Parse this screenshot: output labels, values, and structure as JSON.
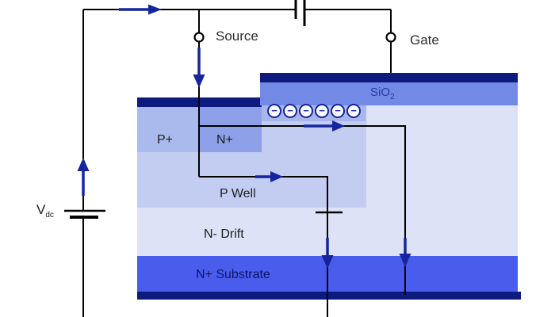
{
  "labels": {
    "source": "Source",
    "gate": "Gate",
    "sio2_base": "SiO",
    "sio2_sub": "2",
    "p_plus": "P+",
    "n_plus": "N+",
    "p_well": "P Well",
    "n_drift": "N- Drift",
    "n_substrate": "N+ Substrate",
    "vdc_base": "V",
    "vdc_sub": "dc"
  },
  "device": {
    "electron_symbol": "−",
    "electron_count": 6
  },
  "icons": {
    "electron": "circled-minus-icon",
    "source_terminal": "open-circle-terminal-icon",
    "gate_terminal": "open-circle-terminal-icon",
    "capacitor": "capacitor-plates-icon",
    "battery": "battery-cell-icon"
  },
  "colors": {
    "metal_navy": "#0d1a7e",
    "sio2_blue": "#7289e6",
    "n_plus_blue": "#8da0e8",
    "p_plus_blue": "#abbaec",
    "channel_blue": "#a9b6ee",
    "p_well_blue": "#c3cdf2",
    "n_drift_blue": "#dde2f7",
    "substrate_blue": "#4a5cec",
    "arrow_blue": "#16259d",
    "wire_black": "#000000"
  }
}
